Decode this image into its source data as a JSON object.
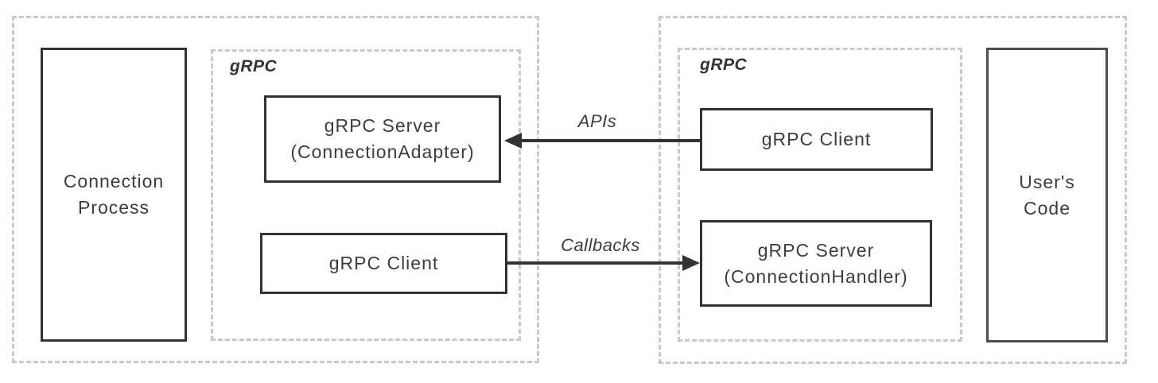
{
  "diagram": {
    "left_group": {
      "connection_process_label": "Connection\nProcess",
      "grpc_label": "gRPC",
      "server_box_label": "gRPC Server\n(ConnectionAdapter)",
      "client_box_label": "gRPC Client"
    },
    "right_group": {
      "grpc_label": "gRPC",
      "client_box_label": "gRPC Client",
      "server_box_label": "gRPC Server\n(ConnectionHandler)",
      "users_code_label": "User's\nCode"
    },
    "arrows": {
      "apis_label": "APIs",
      "callbacks_label": "Callbacks"
    },
    "colors": {
      "solid_border": "#333333",
      "users_code_border": "#4d4d4d",
      "dashed_border": "#c9c9c9",
      "text": "#3d3d3d",
      "arrow": "#333333",
      "background": "#ffffff"
    }
  }
}
